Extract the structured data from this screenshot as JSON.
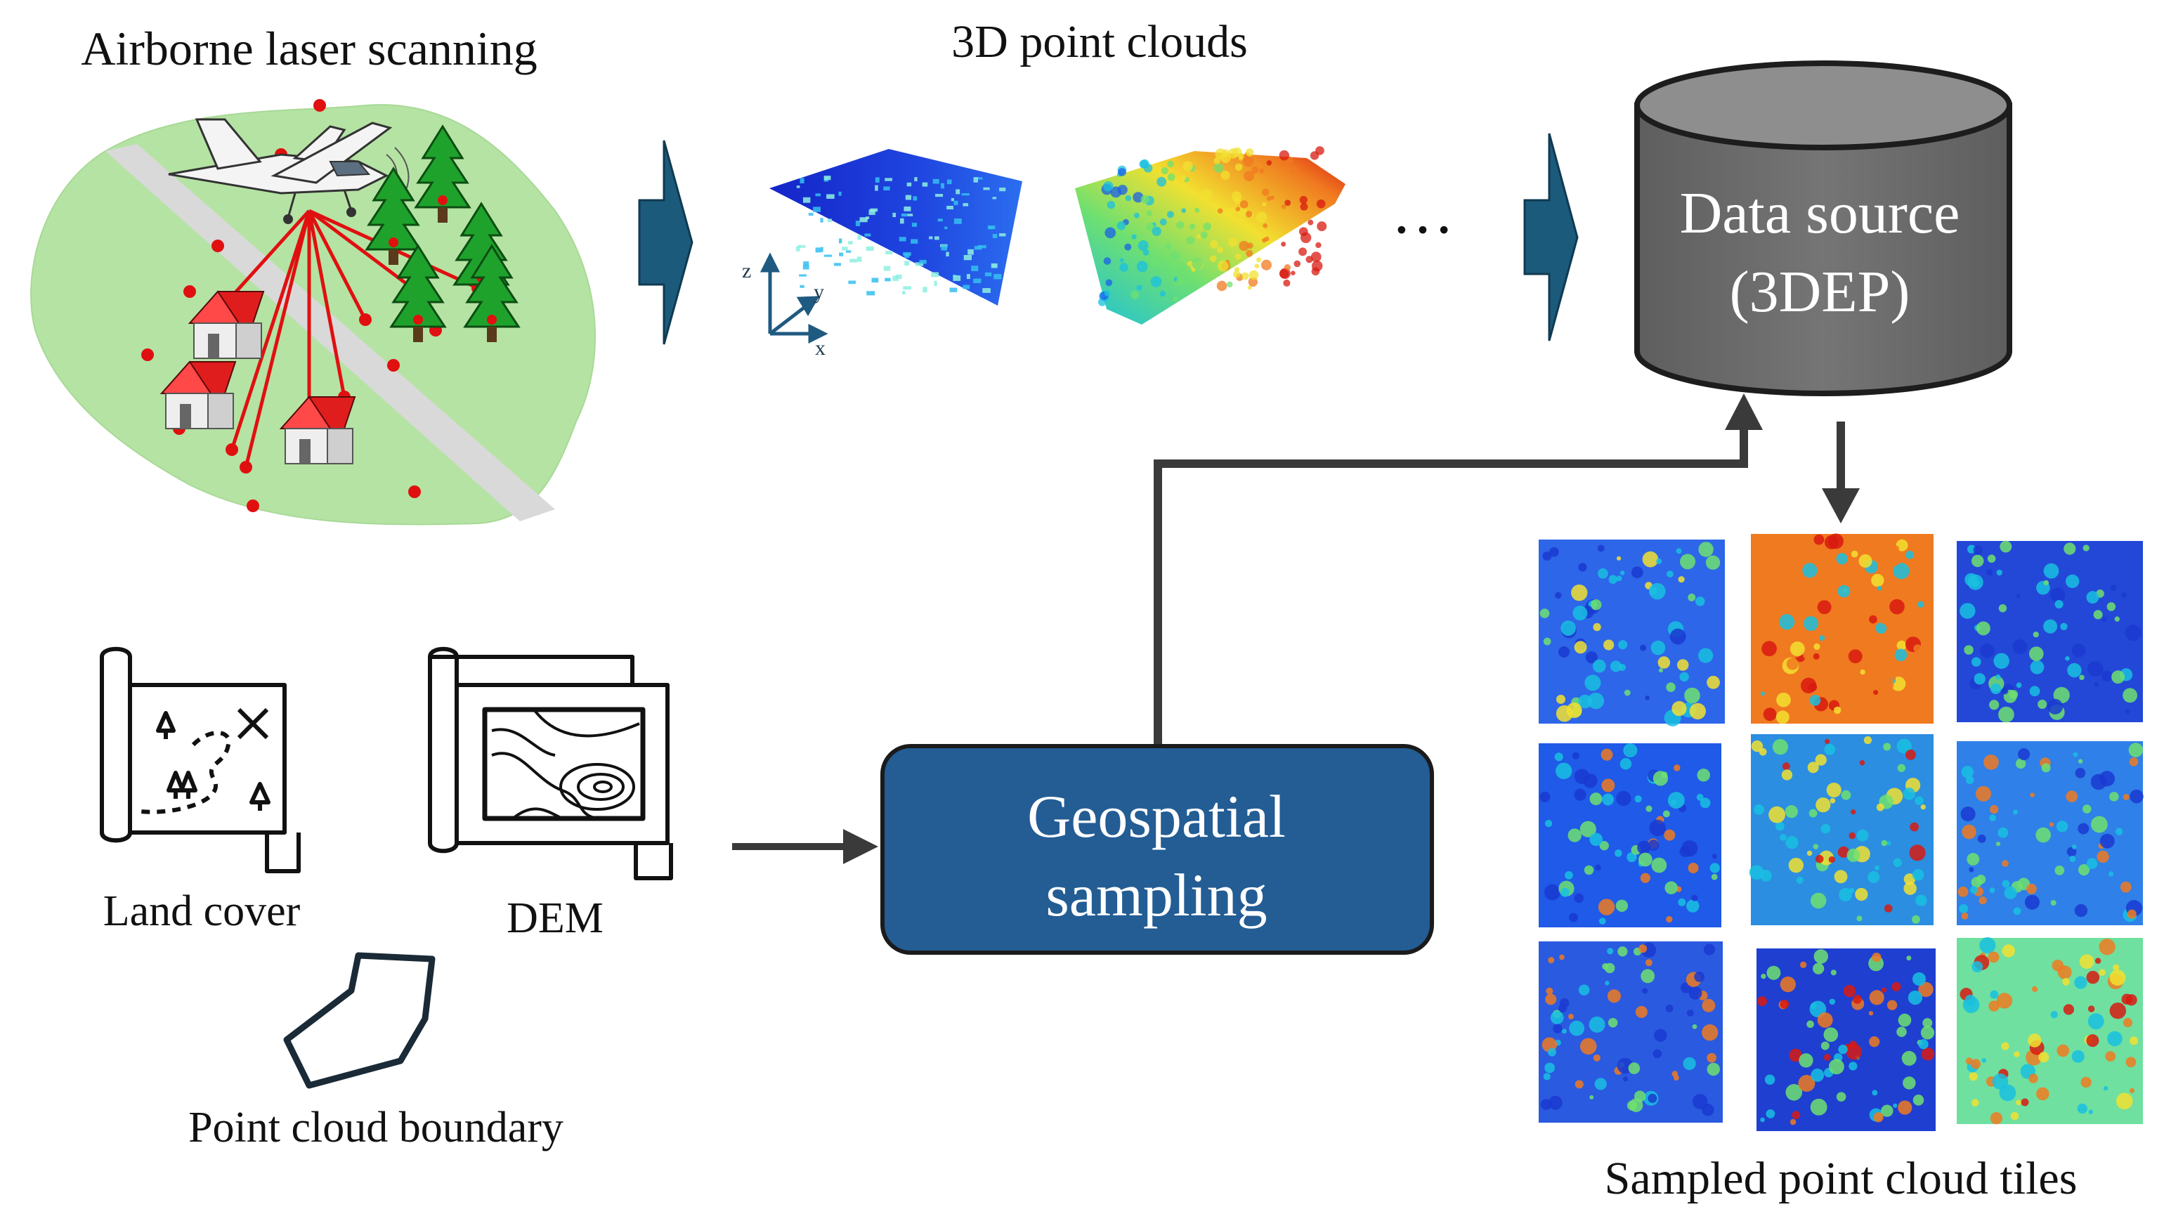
{
  "labels": {
    "als_title": "Airborne laser scanning",
    "pc_title": "3D point clouds",
    "ellipsis": "…",
    "land_cover": "Land cover",
    "dem": "DEM",
    "boundary": "Point cloud boundary",
    "tiles_title": "Sampled point cloud tiles"
  },
  "data_source": {
    "line1": "Data source",
    "line2": "(3DEP)"
  },
  "geospatial": {
    "line1": "Geospatial",
    "line2": "sampling"
  },
  "axes": {
    "z": "z",
    "y": "y",
    "x": "x"
  },
  "colors": {
    "arrow_blue": "#1b5a7a",
    "box_blue": "#235d94",
    "cylinder_gray": "#6b6b6b",
    "cylinder_top": "#8e8e8e",
    "terrain_green": "#b5e3a4",
    "road_gray": "#d9d9d9",
    "laser_red": "#e01010",
    "connector": "#3a3a3a"
  },
  "icons": [
    "airplane-icon",
    "tree-icon",
    "house-icon",
    "map-scroll-icon",
    "contour-map-icon",
    "polygon-boundary-icon",
    "database-cylinder-icon"
  ]
}
